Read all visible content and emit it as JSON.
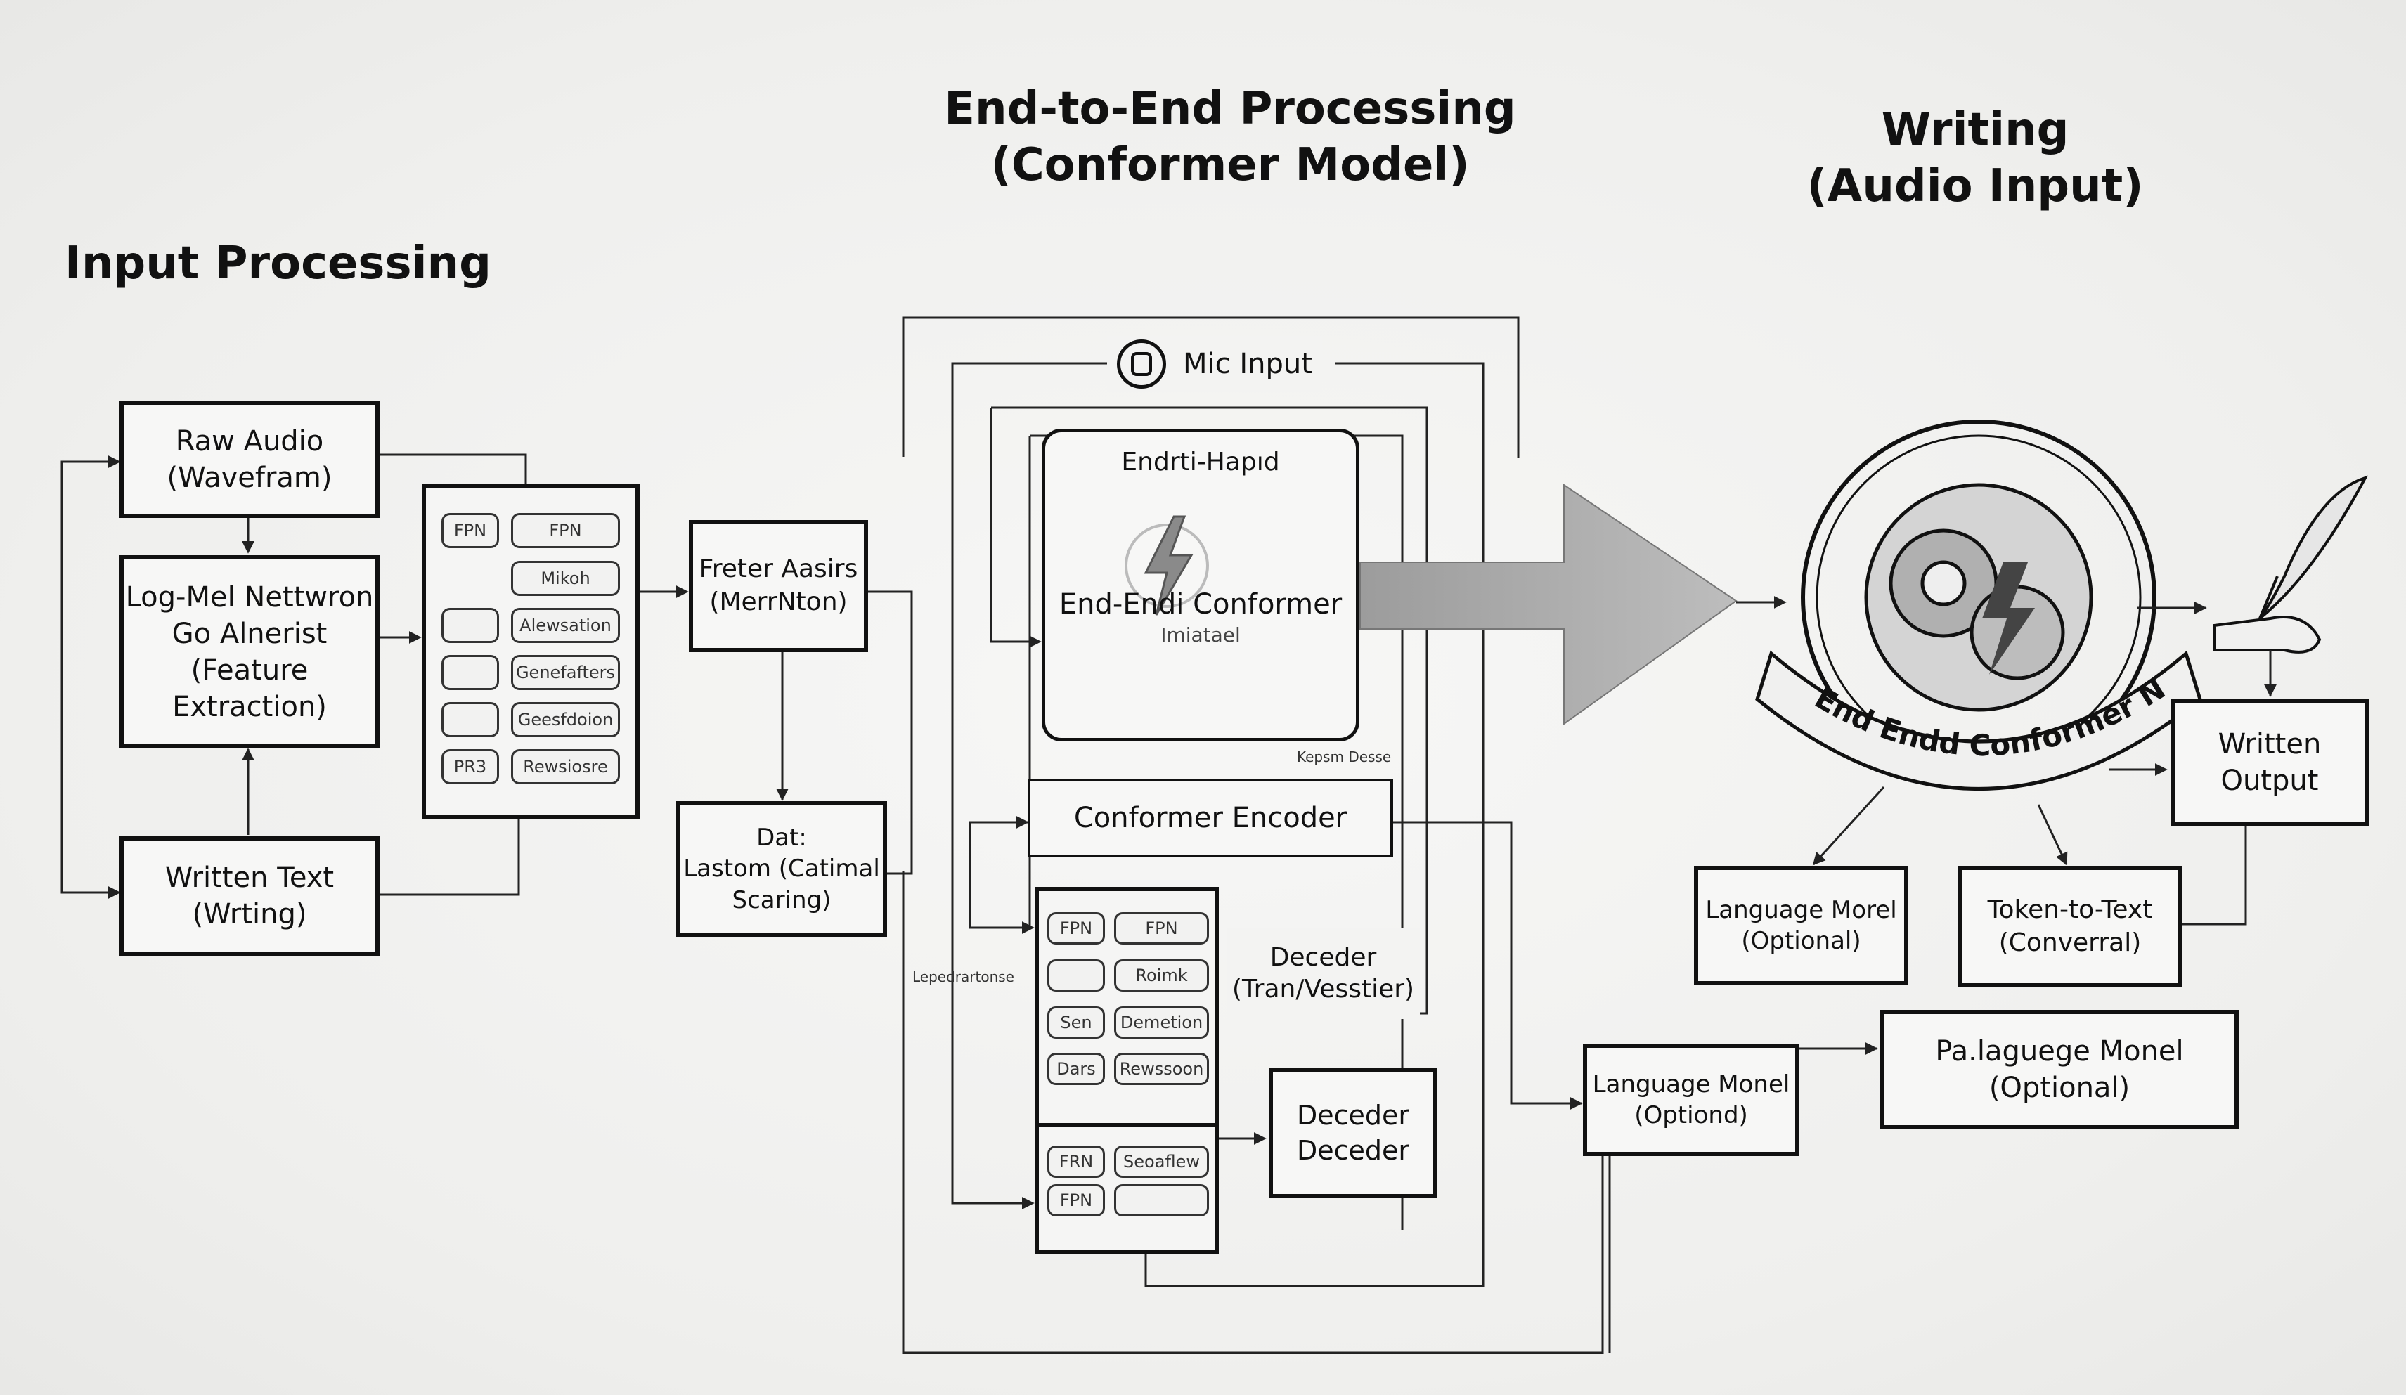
{
  "headings": {
    "input_processing": "Input Processing",
    "end_to_end": "End-to-End Processing\n(Conformer Model)",
    "writing": "Writing\n(Audio Input)"
  },
  "input": {
    "raw_audio": "Raw Audio\n(Wavefram)",
    "log_mel": "Log-Mel Nettwron\nGo Alnerist\n(Feature Extraction)",
    "written_text": "Written Text\n(Wrting)",
    "feature_pills": [
      "FPN",
      "FPN",
      "Mikoh",
      "Alewsation",
      "Genefafters",
      "Geesfdoion",
      "PR3",
      "Rewsiosre"
    ],
    "freter": "Freter Aasirs\n(MerrNton)",
    "dat": "Dat:\nLastom (Catimal\nScaring)"
  },
  "conformer": {
    "mic_input": "Mic Input",
    "endti_hapid": "Endrti-Hapıd",
    "end_conformer": "End-Endi Conformer",
    "end_conformer_sub": "Imiatael",
    "kepsm": "Kepsm Desse",
    "encoder": "Conformer Encoder",
    "decoder_pills": [
      "FPN",
      "FPN",
      "Roimk",
      "Sen",
      "Demetion",
      "Dars",
      "Rewssoon"
    ],
    "lower_pills": [
      "FRN",
      "Seoaflew",
      "FPN"
    ],
    "side_label": "Lepedrartonse",
    "deceder_trans": "Deceder\n(Tran/Vesstier)",
    "deceder_box": "Deceder\nDeceder",
    "language_monel": "Language Monel\n(Optiond)",
    "pa_language": "Pa.laguege Monel\n(Optional)"
  },
  "writing": {
    "badge_text": "End Endd Conformer Nodal",
    "written_output": "Written\nOutput",
    "language_morel": "Language Morel\n(Optional)",
    "token_to_text": "Token-to-Text\n(Converral)"
  },
  "icons": [
    "mic-icon",
    "lightning-icon",
    "gear-icon",
    "quill-icon",
    "hand-icon"
  ]
}
